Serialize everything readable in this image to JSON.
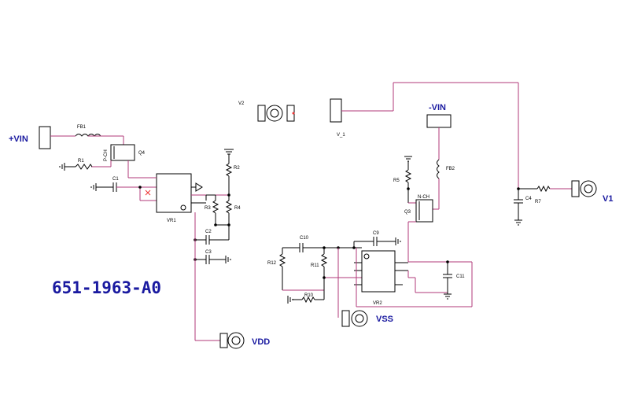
{
  "part_number": "651-1963-A0",
  "nets": {
    "vin_pos": "+VIN",
    "vin_neg": "-VIN",
    "vdd": "VDD",
    "vss": "VSS",
    "v1": "V1"
  },
  "components": {
    "fb1": "FB1",
    "fb2": "FB2",
    "r1": "R1",
    "r2": "R2",
    "r3": "R3",
    "r4": "R4",
    "r5": "R5",
    "r7": "R7",
    "r10": "R10",
    "r11": "R11",
    "r12": "R12",
    "c1": "C1",
    "c2": "C2",
    "c3": "C3",
    "c4": "C4",
    "c9": "C9",
    "c10": "C10",
    "c11": "C11",
    "q3": "Q3",
    "q3_type": "N-CH",
    "q4": "Q4",
    "q4_type": "P-CH",
    "vr1": "VR1",
    "vr2": "VR2",
    "v2": "V2",
    "v_1": "V_1"
  },
  "colors": {
    "wire": "#b03a7a",
    "net_label": "#1a1aa0",
    "symbol": "#000000"
  }
}
